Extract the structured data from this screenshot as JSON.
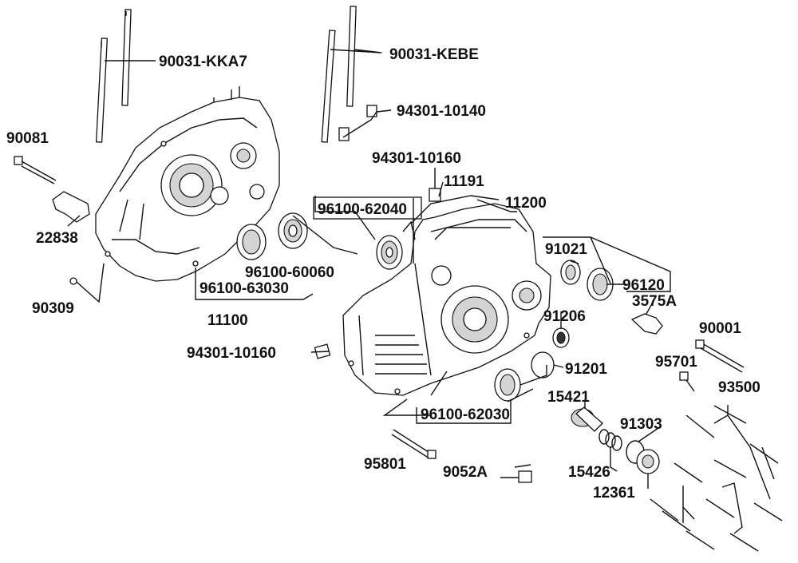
{
  "diagram": {
    "labels": {
      "p90031_kka7": "90031-KKA7",
      "p90031_kebe": "90031-KEBE",
      "p94301_10140": "94301-10140",
      "p90081": "90081",
      "p94301_10160_top": "94301-10160",
      "p11191": "11191",
      "p96100_62040": "96100-62040",
      "p11200": "11200",
      "p22838": "22838",
      "p96100_60060": "96100-60060",
      "p96100_63030": "96100-63030",
      "p90309": "90309",
      "p11100": "11100",
      "p91021": "91021",
      "p96120": "96120",
      "p3575a": "3575A",
      "p91206": "91206",
      "p90001": "90001",
      "p94301_10160_left": "94301-10160",
      "p95701": "95701",
      "p91201": "91201",
      "p93500": "93500",
      "p15421": "15421",
      "p96100_62030": "96100-62030",
      "p91303": "91303",
      "p95801": "95801",
      "p15426": "15426",
      "p9052a": "9052A",
      "p12361": "12361"
    }
  }
}
